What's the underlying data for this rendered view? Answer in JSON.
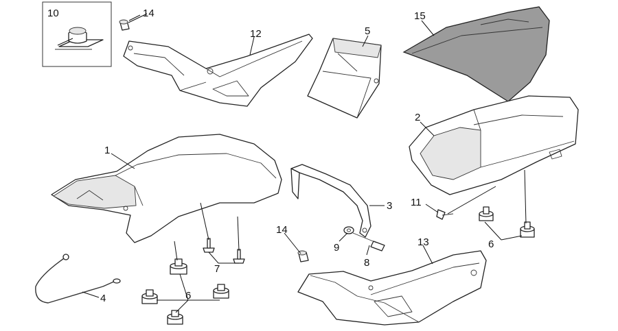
{
  "diagram": {
    "labels": {
      "p1": "1",
      "p2": "2",
      "p3": "3",
      "p4": "4",
      "p5": "5",
      "p6a": "6",
      "p6b": "6",
      "p7": "7",
      "p8": "8",
      "p9": "9",
      "p10": "10",
      "p11": "11",
      "p12": "12",
      "p13": "13",
      "p14a": "14",
      "p14b": "14",
      "p15": "15"
    },
    "colors": {
      "line": "#222222",
      "seat_cover_fill": "#9b9b9b",
      "background": "#ffffff"
    }
  }
}
